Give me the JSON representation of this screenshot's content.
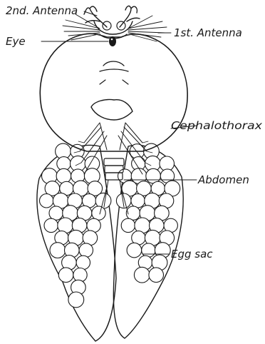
{
  "labels": {
    "second_antenna": "2nd. Antenna",
    "eye": "Eye",
    "first_antenna": "1st. Antenna",
    "cephalothorax": "Cephalothorax",
    "abdomen": "Abdomen",
    "egg_sac": "Egg sac"
  },
  "colors": {
    "ink": "#1a1a1a",
    "paper": "#ffffff"
  }
}
